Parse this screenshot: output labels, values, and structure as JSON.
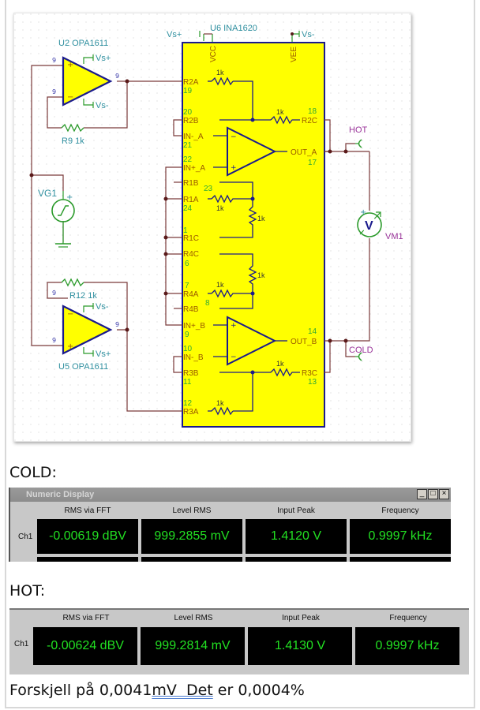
{
  "schematic": {
    "colors": {
      "wire": "#7a3a3a",
      "chip_fill": "#ffff00",
      "chip_border": "#1a1a8c",
      "pin_name": "#9a5a00",
      "pin_num": "#33aa33",
      "label": "#2f8f9f",
      "net_label": "#993399",
      "source": "#2a9a2a"
    },
    "u6": {
      "ref": "U6 INA1620",
      "vcc": "VCC",
      "vee": "VEE"
    },
    "u2": {
      "ref": "U2 OPA1611",
      "pin_plus": "9",
      "pin_minus": "9",
      "pin_out": "9",
      "vsp": "Vs+",
      "vsm": "Vs-"
    },
    "u5": {
      "ref": "U5 OPA1611",
      "pin_plus": "9",
      "pin_minus": "9",
      "pin_out": "9",
      "vsp": "Vs+",
      "vsm": "Vs-"
    },
    "r9": "R9 1k",
    "r12": "R12 1k",
    "vg1": "VG1",
    "vm1": "VM1",
    "vm1_glyph": "V",
    "vs_plus": "Vs+",
    "vs_minus": "Vs-",
    "hot": "HOT",
    "cold": "COLD",
    "res_value": "1k",
    "plus": "+",
    "minus": "−",
    "pins": {
      "r2a": "R2A",
      "r2a_n": "19",
      "r2b": "R2B",
      "r2b_n": "20",
      "r2c": "R2C",
      "r2c_n": "18",
      "in_a_minus": "IN-_A",
      "in_a_minus_n": "21",
      "in_a_plus": "IN+_A",
      "in_a_plus_n": "22",
      "out_a": "OUT_A",
      "out_a_n": "17",
      "r1b": "R1B",
      "r1b_n": "23",
      "r1a": "R1A",
      "r1a_n": "24",
      "r1c": "R1C",
      "r1c_n": "1",
      "r4c": "R4C",
      "r4c_n": "6",
      "r4a": "R4A",
      "r4a_n": "7",
      "r4b": "R4B",
      "r4b_n": "8",
      "in_b_plus": "IN+_B",
      "in_b_plus_n": "9",
      "in_b_minus": "IN-_B",
      "in_b_minus_n": "10",
      "out_b": "OUT_B",
      "out_b_n": "14",
      "r3b": "R3B",
      "r3b_n": "11",
      "r3c": "R3C",
      "r3c_n": "13",
      "r3a": "R3A",
      "r3a_n": "12"
    }
  },
  "cold_section": {
    "label": "COLD:",
    "window_title": "Numeric Display",
    "window_buttons": [
      "_",
      "□",
      "×"
    ],
    "columns": [
      "RMS via FFT",
      "Level RMS",
      "Input Peak",
      "Frequency"
    ],
    "row_label": "Ch1",
    "values": [
      "-0.00619 dBV",
      "999.2855 mV",
      "1.4120 V",
      "0.9997 kHz"
    ]
  },
  "hot_section": {
    "label": "HOT:",
    "columns": [
      "RMS via FFT",
      "Level RMS",
      "Input Peak",
      "Frequency"
    ],
    "row_label": "Ch1",
    "values": [
      "-0.00624 dBV",
      "999.2814 mV",
      "1.4130 V",
      "0.9997 kHz"
    ]
  },
  "footer": {
    "prefix": "Forskjell på 0,0041",
    "underlined": "mV  Det",
    "suffix": " er 0,0004%"
  }
}
